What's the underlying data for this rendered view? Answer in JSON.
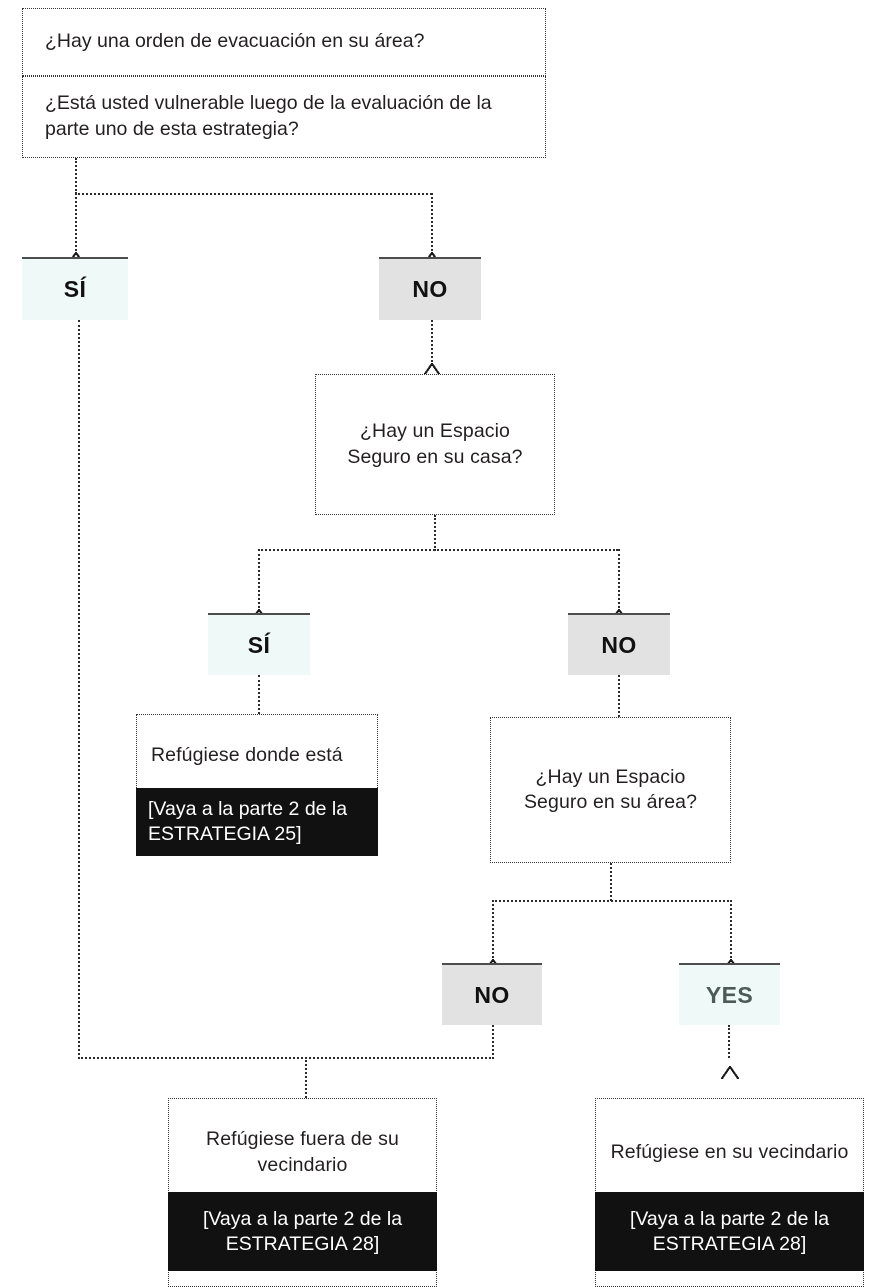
{
  "diagram": {
    "title": "Arbol de decision de evacuacion y refugio",
    "language": "es",
    "colors": {
      "yes_chip_bg": "#eff9f7",
      "no_chip_bg": "#e2e2e2",
      "chip_top_border": "#4d4d4d",
      "banner_bg": "#111111",
      "banner_text": "#ffffff",
      "text": "#231f20",
      "connector": "#2b2b2b",
      "yes_en_text": "#4c5a5a"
    }
  },
  "nodes": {
    "q_evacuation_order": "¿Hay una orden de evacuación en su área?",
    "q_vulnerable": "¿Está usted vulnerable luego de la evaluación de la parte uno de esta estrategia?",
    "chip_top_yes": "SÍ",
    "chip_top_no": "NO",
    "q_safe_space_home": "¿Hay un Espacio Seguro en su casa?",
    "chip_mid_yes": "SÍ",
    "chip_mid_no": "NO",
    "outcome_shelter_in_place": "Refúgiese donde está",
    "banner_strategy_25": "[Vaya a la parte 2 de la ESTRATEGIA 25]",
    "q_safe_space_area": "¿Hay un Espacio Seguro en su área?",
    "chip_low_no": "NO",
    "chip_low_yes": "YES",
    "outcome_outside_neighborhood": "Refúgiese fuera de su vecindario",
    "banner_strategy_28_left": "[Vaya a la parte 2 de la ESTRATEGIA 28]",
    "outcome_in_neighborhood": "Refúgiese en su vecindario",
    "banner_strategy_28_right": "[Vaya a la parte 2 de la ESTRATEGIA 28]"
  }
}
